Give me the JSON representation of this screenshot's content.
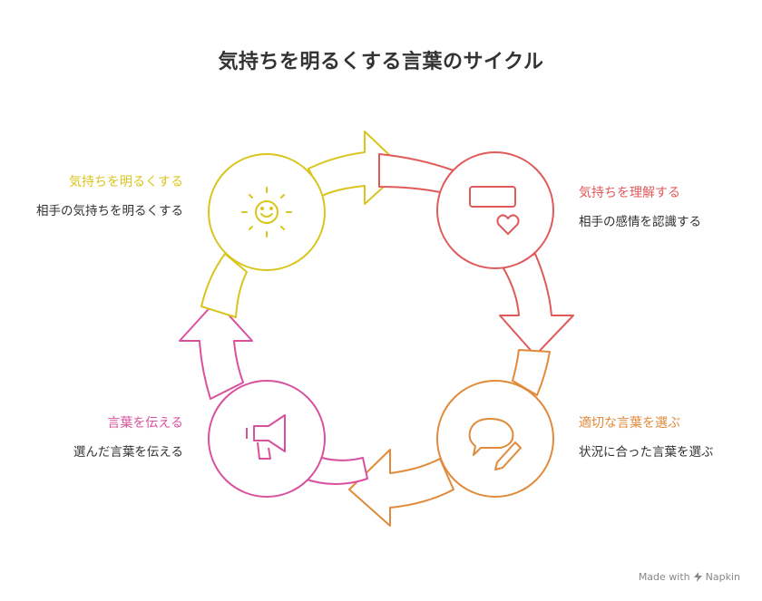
{
  "title": "気持ちを明るくする言葉のサイクル",
  "steps": [
    {
      "title": "気持ちを明るくする",
      "desc": "相手の気持ちを明るくする",
      "color": "#d9c51e",
      "icon": "sun-icon"
    },
    {
      "title": "気持ちを理解する",
      "desc": "相手の感情を認識する",
      "color": "#e05a5a",
      "icon": "message-heart-icon"
    },
    {
      "title": "適切な言葉を選ぶ",
      "desc": "状況に合った言葉を選ぶ",
      "color": "#e08a3a",
      "icon": "chat-pencil-icon"
    },
    {
      "title": "言葉を伝える",
      "desc": "選んだ言葉を伝える",
      "color": "#d9519e",
      "icon": "megaphone-icon"
    }
  ],
  "brand": {
    "prefix": "Made with",
    "name": "Napkin"
  }
}
